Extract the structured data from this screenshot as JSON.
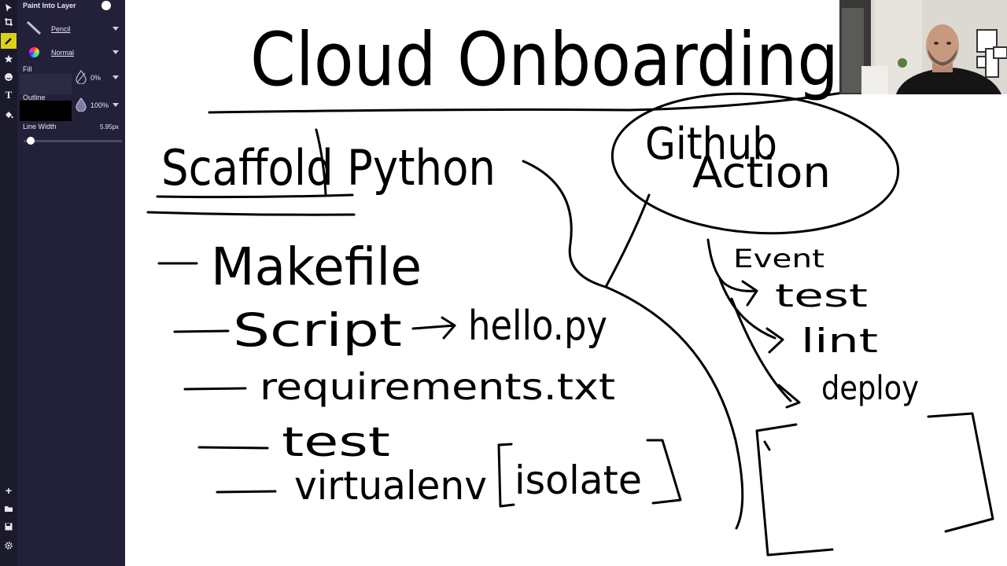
{
  "panel": {
    "paint_into_layer": "Paint Into Layer",
    "brush": "Pencil",
    "blend_mode": "Normal",
    "fill_label": "Fill",
    "fill_opacity": "0%",
    "outline_label": "Outline",
    "outline_opacity": "100%",
    "line_width_label": "Line Width",
    "line_width_value": "5.95px",
    "line_width_slider_fraction": 0.07
  },
  "tools": [
    "pointer-icon",
    "crop-icon",
    "pencil-icon",
    "star-icon",
    "smiley-icon",
    "text-icon",
    "paint-bucket-icon"
  ],
  "bottom_tools": [
    "plus-icon",
    "folder-icon",
    "save-icon",
    "settings-icon"
  ],
  "colors": {
    "accent_active_tool": "#d8d21a",
    "panel_bg": "#23213a",
    "toolstrip_bg": "#1a1a2a",
    "ink": "#000000"
  },
  "whiteboard": {
    "title": "Cloud Onboarding",
    "heading": "Scaffold Python",
    "items": {
      "makefile": "Makefile",
      "script": "Script",
      "hello": "hello.py",
      "requirements": "requirements.txt",
      "test": "test",
      "virtualenv": "virtualenv",
      "isolate": "isolate"
    },
    "bubble_line1": "Github",
    "bubble_line2": "Action",
    "event": "Event",
    "step_test": "test",
    "step_lint": "lint",
    "step_deploy": "deploy"
  }
}
